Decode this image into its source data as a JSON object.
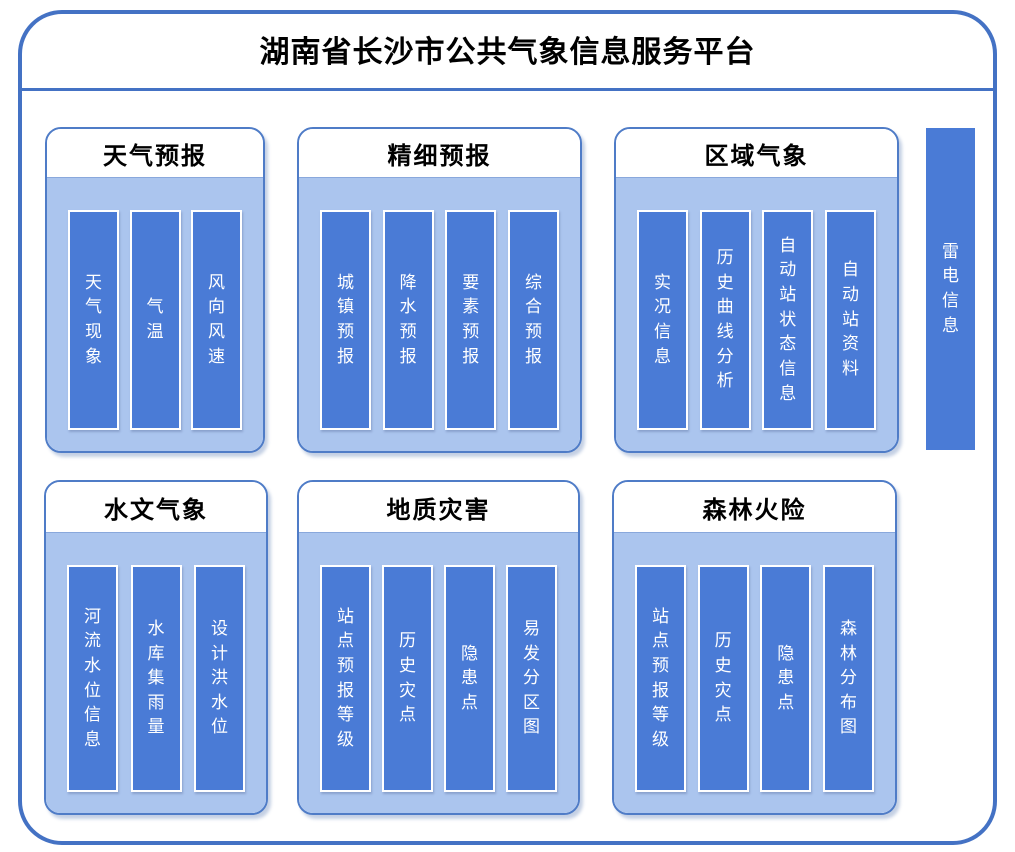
{
  "title": "湖南省长沙市公共气象信息服务平台",
  "colors": {
    "frame_border": "#4472C4",
    "panel_border": "#4F7CC7",
    "panel_body_fill": "#ABC5EE",
    "item_fill": "#4A7BD6",
    "item_text": "#FFFFFF",
    "title_text": "#000000",
    "header_text": "#000000"
  },
  "panels": [
    {
      "header": "天气预报",
      "items": [
        "天气现象",
        "气温",
        "风向风速"
      ]
    },
    {
      "header": "精细预报",
      "items": [
        "城镇预报",
        "降水预报",
        "要素预报",
        "综合预报"
      ]
    },
    {
      "header": "区域气象",
      "items": [
        "实况信息",
        "历史曲线分析",
        "自动站状态信息",
        "自动站资料"
      ]
    },
    {
      "header": "水文气象",
      "items": [
        "河流水位信息",
        "水库集雨量",
        "设计洪水位"
      ]
    },
    {
      "header": "地质灾害",
      "items": [
        "站点预报等级",
        "历史灾点",
        "隐患点",
        "易发分区图"
      ]
    },
    {
      "header": "森林火险",
      "items": [
        "站点预报等级",
        "历史灾点",
        "隐患点",
        "森林分布图"
      ]
    }
  ],
  "side_bar": {
    "label": "雷电信息"
  }
}
